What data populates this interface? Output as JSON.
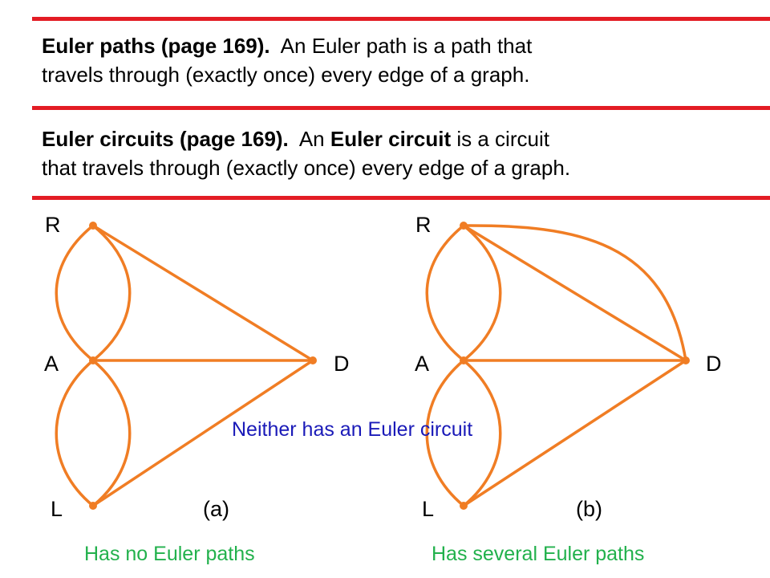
{
  "definitions": {
    "path": {
      "title": "Euler paths (page 169).",
      "text_line1": "An Euler path is a path that",
      "text_line2": "travels through (exactly once) every edge of a graph."
    },
    "circuit": {
      "title": "Euler circuits (page 169).",
      "text_pre": "An",
      "term": "Euler circuit",
      "text_post": "is a circuit",
      "text_line2": "that travels through (exactly once) every edge of a graph."
    }
  },
  "graph_a": {
    "vertices": [
      "R",
      "A",
      "D",
      "L"
    ],
    "caption": "(a)",
    "verdict": "Has no Euler paths"
  },
  "graph_b": {
    "vertices": [
      "R",
      "A",
      "D",
      "L"
    ],
    "caption": "(b)",
    "verdict": "Has several Euler paths"
  },
  "shared_note": "Neither has an Euler circuit",
  "colors": {
    "rule": "#e31c24",
    "edge": "#f07d24",
    "note": "#1a1ab8",
    "verdict": "#22b14c"
  }
}
